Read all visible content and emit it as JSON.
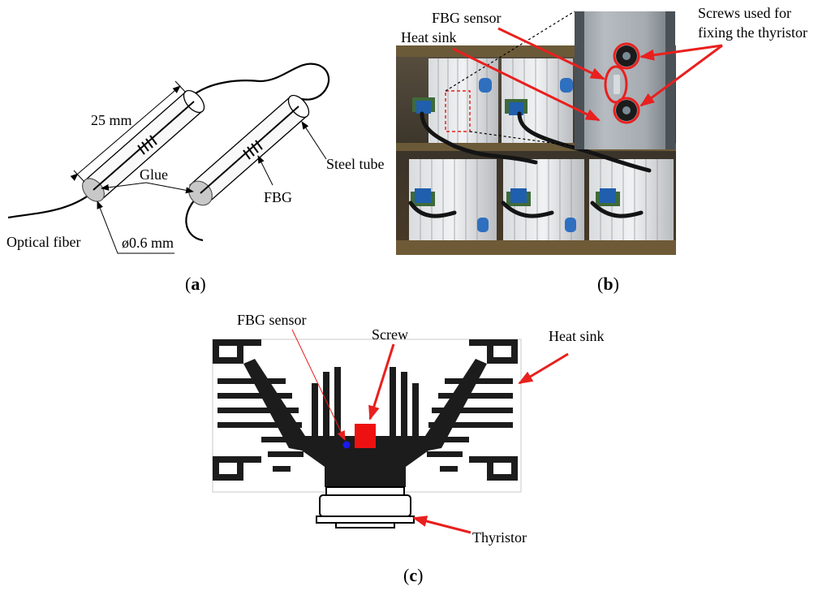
{
  "panel_a": {
    "dimension_length": "25 mm",
    "glue": "Glue",
    "fbg": "FBG",
    "steel_tube": "Steel tube",
    "optical_fiber": "Optical fiber",
    "diameter": "ø0.6 mm",
    "caption_open": "(",
    "caption_letter": "a",
    "caption_close": ")"
  },
  "panel_b": {
    "fbg_sensor": "FBG sensor",
    "heat_sink": "Heat sink",
    "screws_line1": "Screws used for",
    "screws_line2": "fixing the thyristor",
    "caption_open": "(",
    "caption_letter": "b",
    "caption_close": ")"
  },
  "panel_c": {
    "fbg_sensor": "FBG sensor",
    "screw": "Screw",
    "heat_sink": "Heat sink",
    "thyristor": "Thyristor",
    "caption_open": "(",
    "caption_letter": "c",
    "caption_close": ")"
  },
  "colors": {
    "arrow_red": "#e8201e",
    "screw_red": "#ee1111",
    "sensor_blue": "#1a1aee",
    "sink_black": "#1c1c1c"
  }
}
